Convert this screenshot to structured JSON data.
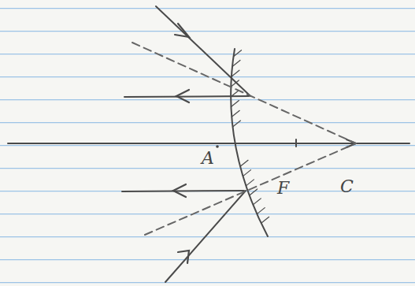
{
  "diagram": {
    "labels": [
      "A",
      "F",
      "C"
    ]
  }
}
